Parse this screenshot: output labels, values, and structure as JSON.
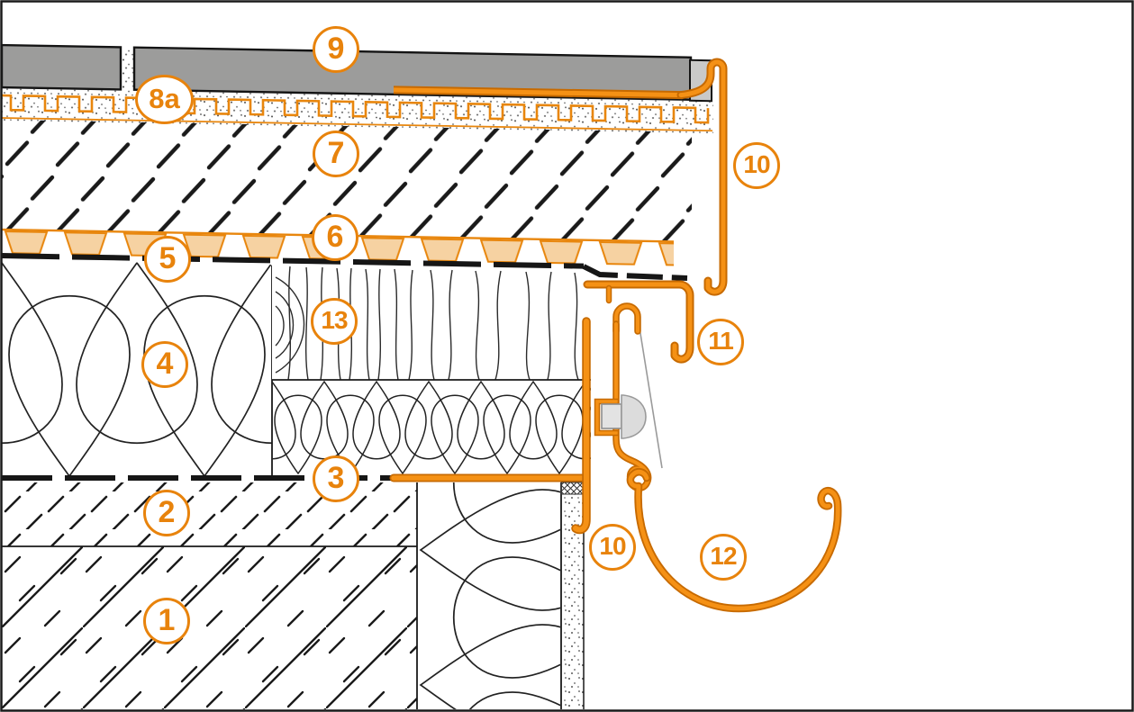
{
  "diagram": {
    "type": "construction-detail-section",
    "description": "Sectional detail of a tiled terrace / roof edge with drainage profiles, edge trim and half-round gutter",
    "callouts": [
      {
        "label": "1"
      },
      {
        "label": "2"
      },
      {
        "label": "3"
      },
      {
        "label": "4"
      },
      {
        "label": "5"
      },
      {
        "label": "6"
      },
      {
        "label": "7"
      },
      {
        "label": "8a"
      },
      {
        "label": "9"
      },
      {
        "label": "10"
      },
      {
        "label": "10"
      },
      {
        "label": "11"
      },
      {
        "label": "12"
      },
      {
        "label": "13"
      }
    ],
    "colors": {
      "accent_orange": "#EF8408",
      "profile_outline_orange": "#C76A00",
      "label_orange": "#E8830C",
      "drainage_peach": "#F6D2A2",
      "tile_gray": "#9C9C9B",
      "tile_endcap_gray": "#C9C9C8",
      "screw_gray": "#DCDCDC",
      "line_black": "#1A1A1A",
      "background": "#FFFFFF"
    }
  }
}
